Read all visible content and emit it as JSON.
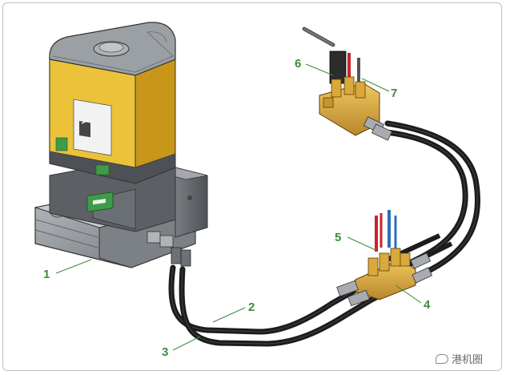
{
  "callouts": [
    {
      "id": "1",
      "label": "1"
    },
    {
      "id": "2",
      "label": "2"
    },
    {
      "id": "3",
      "label": "3"
    },
    {
      "id": "4",
      "label": "4"
    },
    {
      "id": "5",
      "label": "5"
    },
    {
      "id": "6",
      "label": "6"
    },
    {
      "id": "7",
      "label": "7"
    }
  ],
  "pump_label": {
    "badge": "CE"
  },
  "watermark": {
    "text": "港机圈"
  },
  "colors": {
    "callout_green": "#3c8c3c",
    "reservoir_yellow": "#e8b923",
    "housing_gray": "#8c9095",
    "fitting_gold": "#d9a93a",
    "hose_black": "#1c1c1c",
    "wire_red": "#c8242a",
    "wire_blue": "#2a6fb8",
    "wire_gray": "#6a6a6a"
  }
}
